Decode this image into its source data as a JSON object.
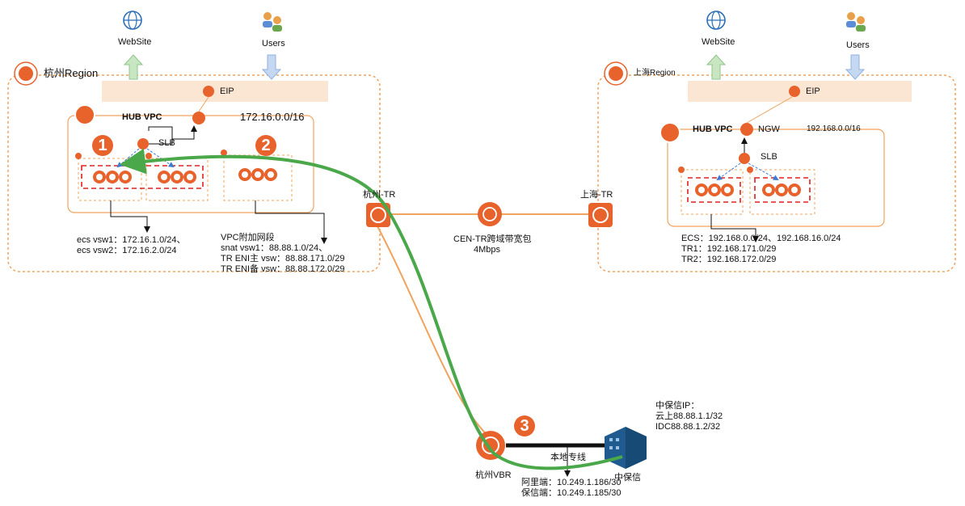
{
  "hangzhou": {
    "region_label": "杭州Region",
    "website_label": "WebSite",
    "users_label": "Users",
    "eip_label": "EIP",
    "hub_vpc_label": "HUB VPC",
    "cidr": "172.16.0.0/16",
    "slb_label": "SLB",
    "badge1": "1",
    "badge2": "2",
    "vsw_lines": [
      "ecs vsw1：172.16.1.0/24、",
      "ecs vsw2：172.16.2.0/24"
    ],
    "vpc_attach_lines": [
      "VPC附加网段",
      "snat vsw1：88.88.1.0/24、",
      "TR ENI主 vsw：88.88.171.0/29",
      "TR ENI备 vsw：88.88.172.0/29"
    ],
    "tr_label": "杭州-TR"
  },
  "shanghai": {
    "region_label": "上海Region",
    "website_label": "WebSite",
    "users_label": "Users",
    "eip_label": "EIP",
    "hub_vpc_label": "HUB VPC",
    "ngw_label": "NGW",
    "cidr": "192.168.0.0/16",
    "slb_label": "SLB",
    "ecs_lines": [
      "ECS：192.168.0.0/24、192.168.16.0/24",
      "TR1：192.168.171.0/29",
      "TR2：192.168.172.0/29"
    ],
    "tr_label": "上海-TR"
  },
  "cen": {
    "lines": [
      "CEN-TR跨域带宽包",
      "4Mbps"
    ]
  },
  "vbr": {
    "label": "杭州VBR",
    "badge3": "3",
    "line_label": "本地专线",
    "ip_lines": [
      "阿里端：10.249.1.186/30",
      "保信端：10.249.1.185/30"
    ]
  },
  "zbx": {
    "label": "中保信",
    "ip_lines": [
      "中保信IP：",
      "云上88.88.1.1/32",
      "IDC88.88.1.2/32"
    ]
  },
  "colors": {
    "orange": "#e8622c",
    "light_orange": "#f0a35e",
    "green": "#4aa84a",
    "blue": "#3a7bd5",
    "building": "#1f5b8e"
  }
}
